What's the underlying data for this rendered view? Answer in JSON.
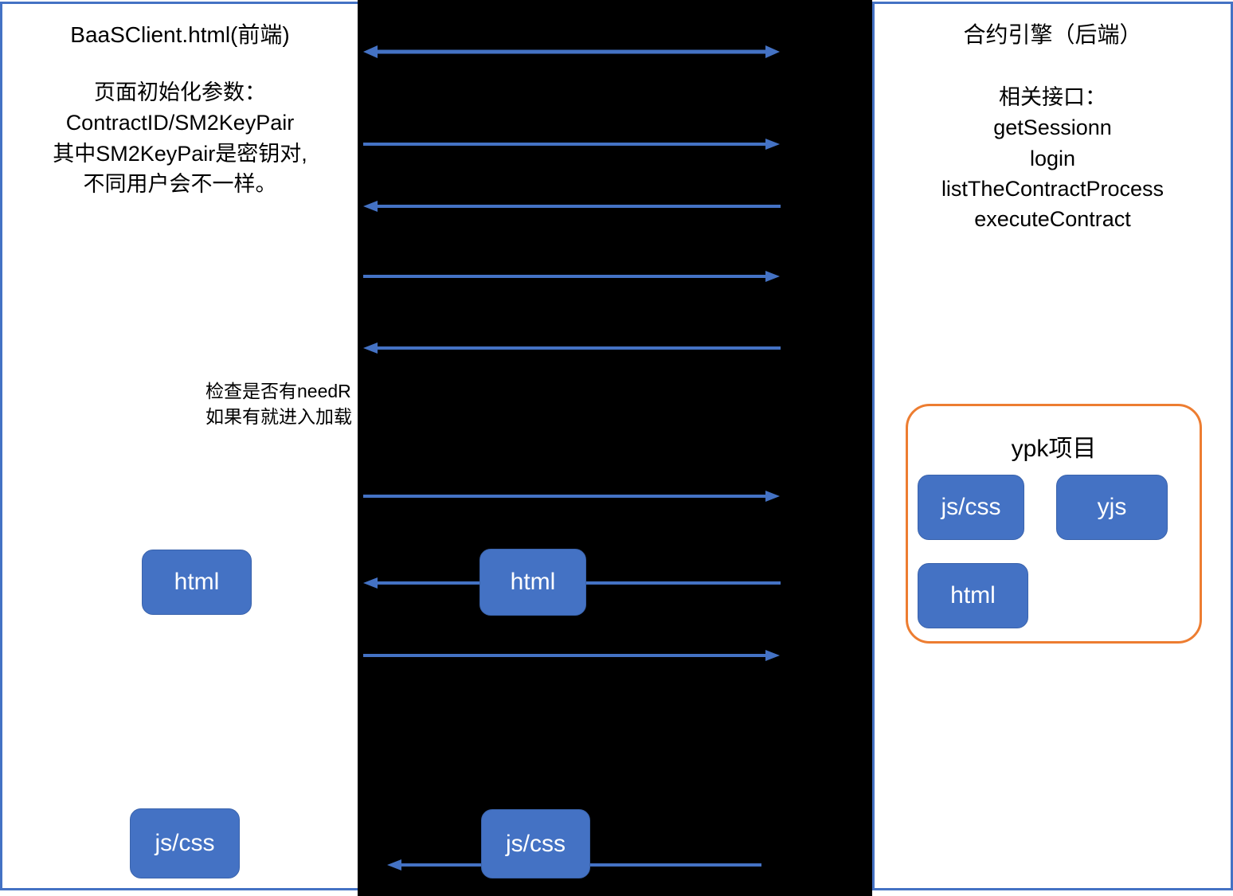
{
  "diagram": {
    "title_left": "BaaSClient.html(前端)",
    "title_right": "合约引擎（后端）",
    "colors": {
      "panel_border": "#4472C4",
      "node_fill": "#4472C4",
      "arrow": "#4472C4",
      "group_border": "#ED7D31",
      "overlay": "#000000",
      "node_text": "#FFFFFF"
    }
  },
  "frontend": {
    "title": "BaaSClient.html(前端)",
    "body": "页面初始化参数：\nContractID/SM2KeyPair\n其中SM2KeyPair是密钥对,\n不同用户会不一样。",
    "nodes": [
      {
        "label": "html"
      },
      {
        "label": "js/css"
      }
    ]
  },
  "backend": {
    "title": "合约引擎（后端）",
    "body": "相关接口：\ngetSessionn\nlogin\nlistTheContractProcess\nexecuteContract",
    "interfaces": [
      "getSessionn",
      "login",
      "listTheContractProcess",
      "executeContract"
    ],
    "group": {
      "title": "ypk项目",
      "nodes": [
        {
          "label": "js/css"
        },
        {
          "label": "yjs"
        },
        {
          "label": "html"
        }
      ]
    }
  },
  "middle": {
    "note": "检查是否有needR\n如果有就进入加载",
    "nodes": [
      {
        "label": "html"
      },
      {
        "label": "js/css"
      }
    ],
    "arrows": [
      {
        "index": 1,
        "direction": "both"
      },
      {
        "index": 2,
        "direction": "right"
      },
      {
        "index": 3,
        "direction": "left"
      },
      {
        "index": 4,
        "direction": "right"
      },
      {
        "index": 5,
        "direction": "left"
      },
      {
        "index": 6,
        "direction": "right"
      },
      {
        "index": 7,
        "direction": "left"
      },
      {
        "index": 8,
        "direction": "right"
      },
      {
        "index": 9,
        "direction": "left"
      }
    ]
  }
}
